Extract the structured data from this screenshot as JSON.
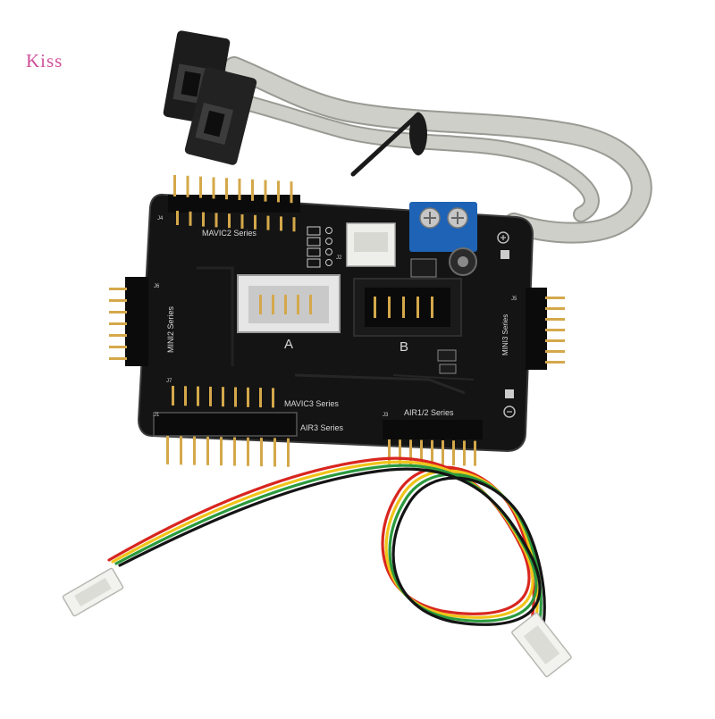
{
  "watermark": "Kiss",
  "board": {
    "headers": {
      "mavic2": "MAVIC2 Series",
      "mini2": "MINI2 Series",
      "mavic3": "MAVIC3 Series",
      "air3": "AIR3 Series",
      "air12": "AIR1/2 Series",
      "right": "MINI3 Series"
    },
    "ports": {
      "a": "A",
      "b": "B"
    },
    "refs": {
      "j4": "J4",
      "j6": "J6",
      "j7": "J7",
      "j1": "J1",
      "j3": "J3",
      "j5": "J5",
      "j2": "J2"
    },
    "terminal_color": "#1e63b5",
    "board_color": "#141414",
    "cable_color": "#cfcfca",
    "wire_colors": [
      "#d8261f",
      "#f0c419",
      "#2b9a3e",
      "#141414"
    ]
  }
}
